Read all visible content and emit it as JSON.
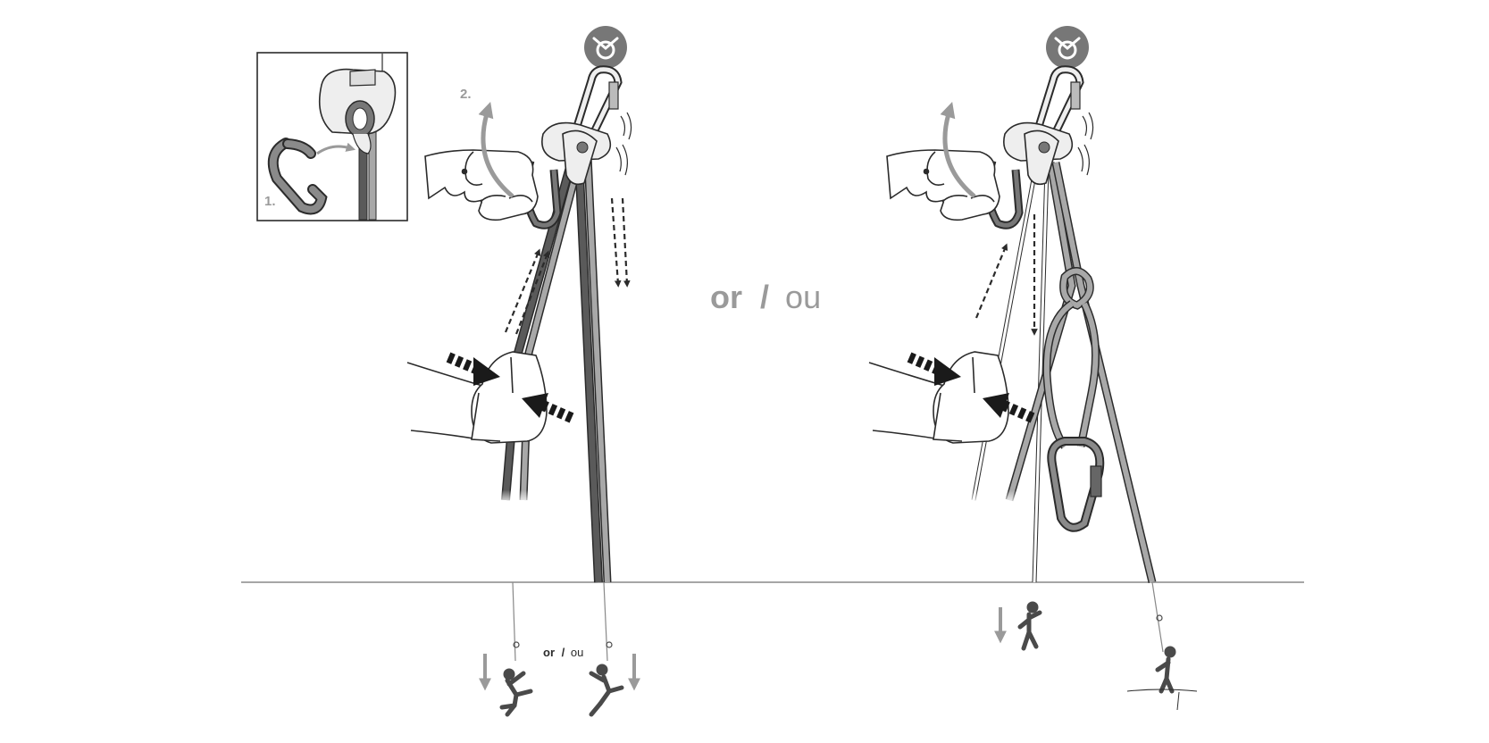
{
  "labels": {
    "step1": "1.",
    "step2": "2.",
    "or_en": "or",
    "or_slash": "/",
    "or_fr": "ou"
  },
  "colors": {
    "line": "#2b2b2b",
    "rope_dark": "#5a5a5a",
    "rope_light": "#a8a8a8",
    "rope_mid": "#8a8a8a",
    "device_fill": "#eeeeee",
    "badge_fill": "#777777",
    "label_grey": "#9a9a9a",
    "arrow_grey": "#9a9a9a",
    "climber": "#4a4a4a",
    "ground": "#888888"
  },
  "icons": [
    "anchor-badge-icon",
    "carabiner-icon",
    "belay-device-icon",
    "climber-icon",
    "hand-icon",
    "squeeze-arrow-icon",
    "rotate-arrow-icon",
    "rope-motion-arrow-icon"
  ]
}
